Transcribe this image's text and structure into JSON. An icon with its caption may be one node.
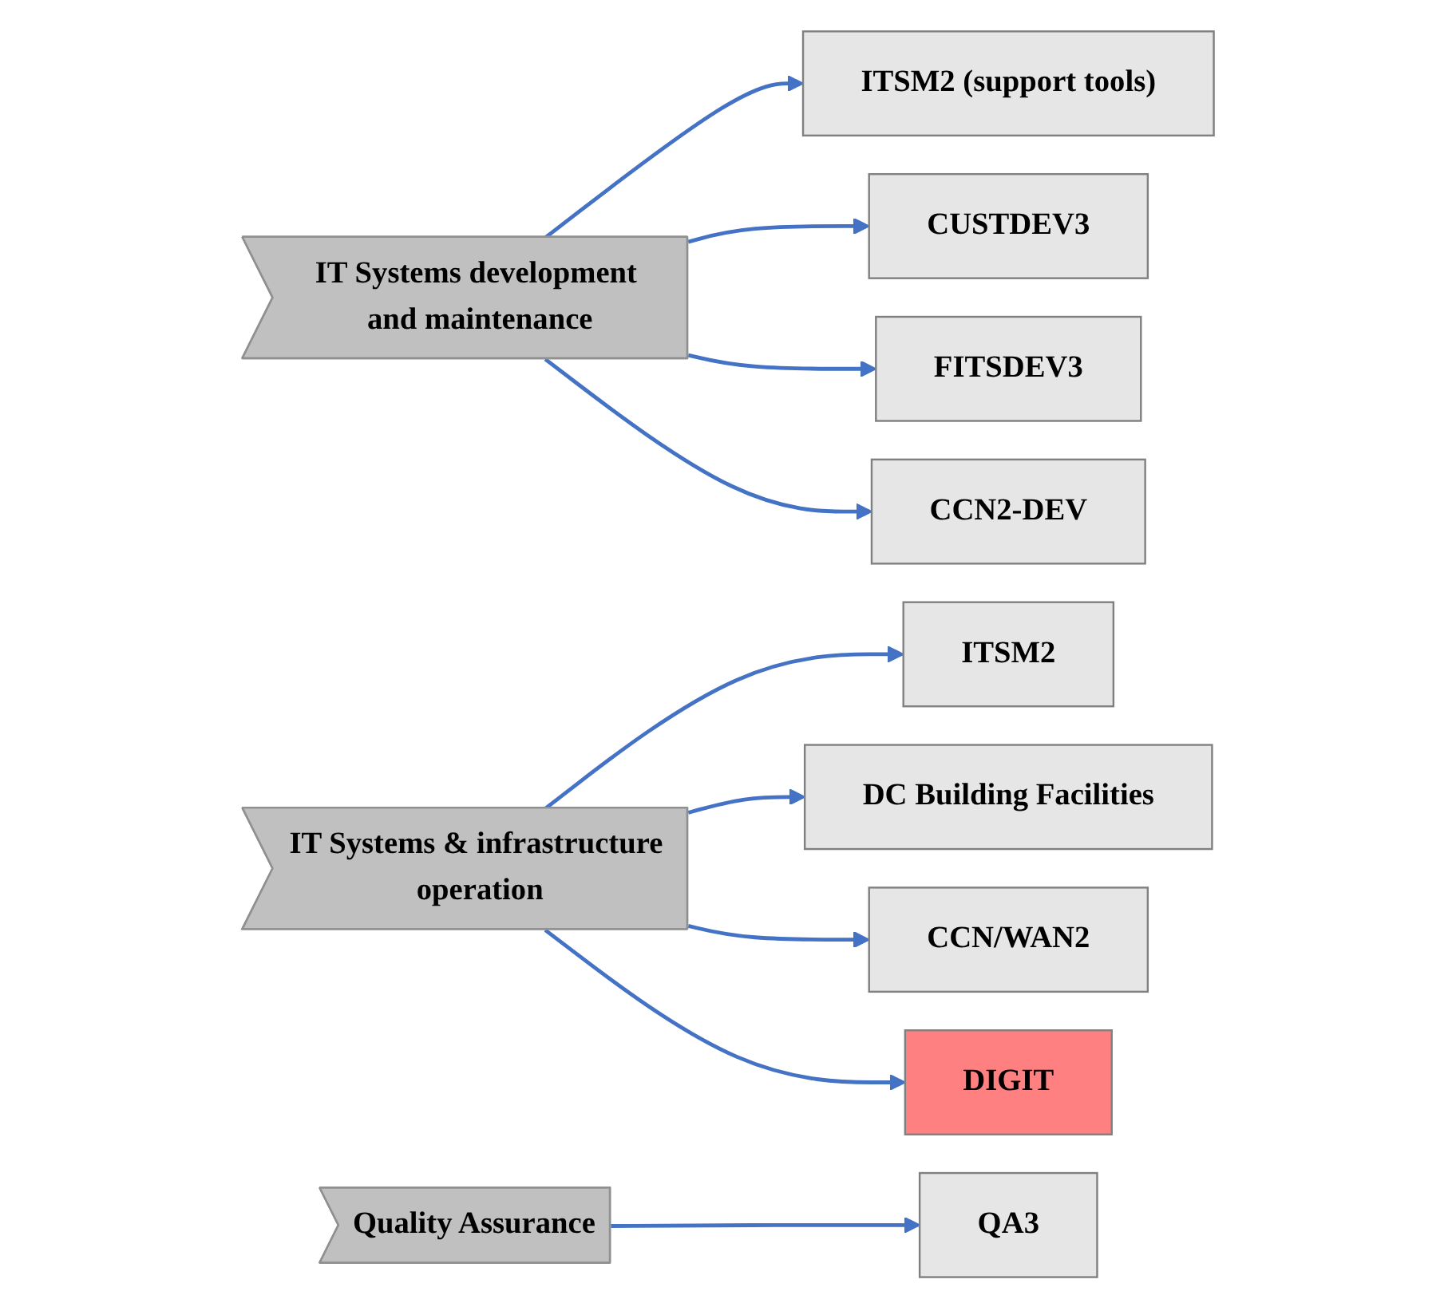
{
  "diagram": {
    "nodes": [
      {
        "text": [
          "IT Systems development and maintenance"
        ]
      },
      {
        "text": [
          "ITSM2 (support tools)"
        ]
      },
      {
        "text": [
          "CUSTDEV3"
        ]
      },
      {
        "text": [
          "FITSDEV3"
        ]
      },
      {
        "text": [
          "CCN2-DEV"
        ]
      },
      {
        "text": [
          "IT Systems & infrastructure operation"
        ]
      },
      {
        "text": [
          "ITSM2"
        ]
      },
      {
        "text": [
          "DC Building Facilities"
        ]
      },
      {
        "text": [
          "CCN/WAN2"
        ]
      },
      {
        "text": [
          "DIGIT"
        ]
      },
      {
        "text": [
          "Quality Assurance"
        ]
      },
      {
        "text": [
          "QA3"
        ]
      }
    ],
    "edges": [
      {
        "from": 0,
        "to": 1,
        "arrow": "to"
      },
      {
        "from": 0,
        "to": 2,
        "arrow": "to"
      },
      {
        "from": 0,
        "to": 3,
        "arrow": "to"
      },
      {
        "from": 0,
        "to": 4,
        "arrow": "to"
      },
      {
        "from": 5,
        "to": 6,
        "arrow": "to"
      },
      {
        "from": 5,
        "to": 7,
        "arrow": "to"
      },
      {
        "from": 5,
        "to": 8,
        "arrow": "to"
      },
      {
        "from": 5,
        "to": 9,
        "arrow": "to"
      },
      {
        "from": 10,
        "to": 11,
        "arrow": "to"
      }
    ]
  }
}
